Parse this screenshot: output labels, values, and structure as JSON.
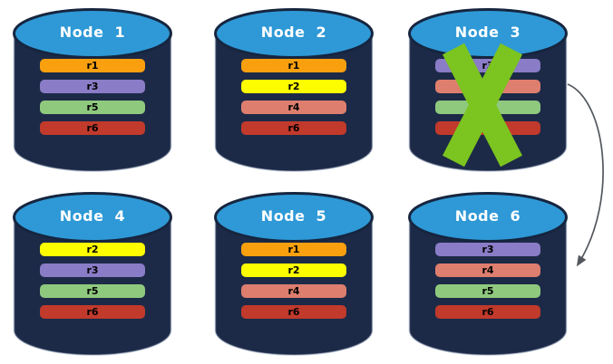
{
  "colors": {
    "background": "#FFFFFF",
    "body": "#1C2A47",
    "ellipse": "#2E99D6",
    "ellipse_border": "#16253F",
    "body_edge": "#8E9DB4",
    "node_label": "#FFFFFF",
    "bar_text": "#000000",
    "x_mark": "#7CC41F",
    "arrow": "#53585E"
  },
  "replica_colors": {
    "r1": "#FAA00F",
    "r2": "#FDFD00",
    "r3": "#8A7CC6",
    "r4": "#DE7E6E",
    "r5": "#8FC97E",
    "r6": "#C13A2B"
  },
  "nodes": [
    {
      "id": "node-1",
      "label": "Node 1",
      "failed": false,
      "replicas": [
        "r1",
        "r3",
        "r5",
        "r6"
      ]
    },
    {
      "id": "node-2",
      "label": "Node 2",
      "failed": false,
      "replicas": [
        "r1",
        "r2",
        "r4",
        "r6"
      ]
    },
    {
      "id": "node-3",
      "label": "Node 3",
      "failed": true,
      "replicas": [
        "r3",
        "r4",
        "r5",
        "r6"
      ]
    },
    {
      "id": "node-4",
      "label": "Node 4",
      "failed": false,
      "replicas": [
        "r2",
        "r3",
        "r5",
        "r6"
      ]
    },
    {
      "id": "node-5",
      "label": "Node 5",
      "failed": false,
      "replicas": [
        "r1",
        "r2",
        "r4",
        "r6"
      ]
    },
    {
      "id": "node-6",
      "label": "Node 6",
      "failed": false,
      "replicas": [
        "r3",
        "r4",
        "r5",
        "r6"
      ]
    }
  ],
  "arrow": {
    "from": "Node 3",
    "to": "Node 6"
  }
}
